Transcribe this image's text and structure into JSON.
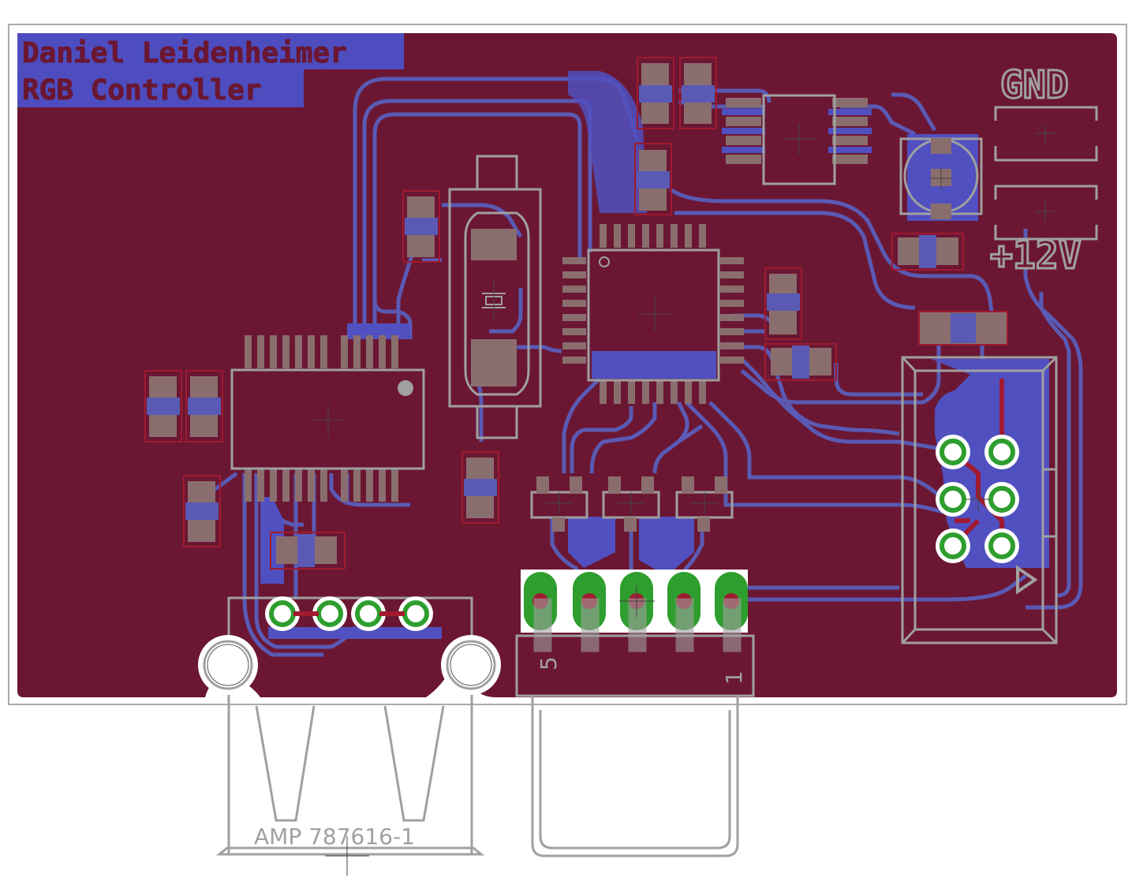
{
  "board": {
    "title_line1": "Daniel Leidenheimer",
    "title_line2": "RGB Controller",
    "label_gnd": "GND",
    "label_12v": "+12V",
    "usb_connector_part": "AMP 787616-1",
    "header_pin_left": "5",
    "header_pin_right": "1"
  },
  "colors": {
    "copper_top": "#6b1733",
    "copper_bottom_trace": "#5a5ab4",
    "silkscreen": "#a0a0a0",
    "pad": "#8a6e6e",
    "via_ring": "#2e9e2e",
    "title_text": "#6b6bd8",
    "title_bg": "#5050c0"
  }
}
